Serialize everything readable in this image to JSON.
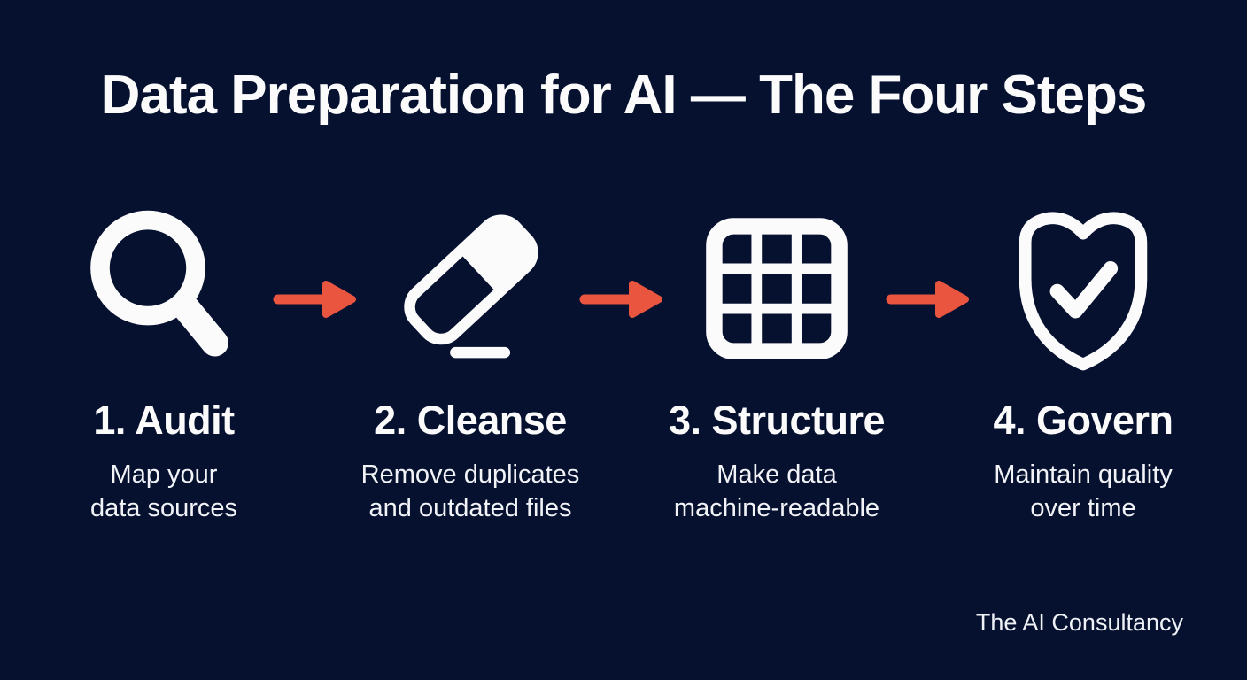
{
  "title": "Data Preparation for AI — The Four Steps",
  "steps": [
    {
      "icon": "magnifying-glass-icon",
      "label": "1. Audit",
      "description": "Map your\ndata sources"
    },
    {
      "icon": "eraser-icon",
      "label": "2. Cleanse",
      "description": "Remove duplicates\nand outdated files"
    },
    {
      "icon": "grid-icon",
      "label": "3. Structure",
      "description": "Make data\nmachine-readable"
    },
    {
      "icon": "shield-check-icon",
      "label": "4. Govern",
      "description": "Maintain quality\nover time"
    }
  ],
  "connector_icon": "arrow-right-icon",
  "footer": {
    "brand": "The AI Consultancy"
  },
  "colors": {
    "background": "#061130",
    "text": "#FBFBFB",
    "arrow": "#EA5540"
  }
}
